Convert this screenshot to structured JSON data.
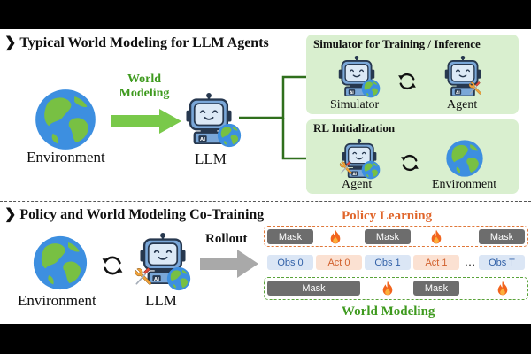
{
  "top": {
    "title": "Typical World Modeling for LLM Agents",
    "world_modeling_line1": "World",
    "world_modeling_line2": "Modeling",
    "environment_label": "Environment",
    "llm_label": "LLM",
    "sim_panel": {
      "title": "Simulator for Training / Inference",
      "left_label": "Simulator",
      "right_label": "Agent"
    },
    "rl_panel": {
      "title": "RL Initialization",
      "left_label": "Agent",
      "right_label": "Environment"
    }
  },
  "bottom": {
    "title": "Policy and World Modeling Co-Training",
    "environment_label": "Environment",
    "llm_label": "LLM",
    "rollout_label": "Rollout",
    "policy_learning_label": "Policy Learning",
    "world_modeling_label": "World Modeling",
    "policy_row": [
      "Mask",
      "Mask",
      "Mask"
    ],
    "sequence_row": [
      "Obs 0",
      "Act 0",
      "Obs 1",
      "Act 1",
      "…",
      "Obs T"
    ],
    "world_row": [
      "Mask",
      "Mask"
    ]
  },
  "icons": {
    "robot": "robot-icon",
    "globe": "globe-icon",
    "flame": "flame-icon",
    "tools": "wrench-screwdriver-icon",
    "cycle": "refresh-cycle-icon"
  },
  "colors": {
    "green_accent": "#3e9a1e",
    "green_panel": "#d9efcf",
    "orange_accent": "#e0652a",
    "mask_gray": "#6d6d6d",
    "obs_blue": "#dbe6f5",
    "act_orange": "#fbe1d2"
  }
}
